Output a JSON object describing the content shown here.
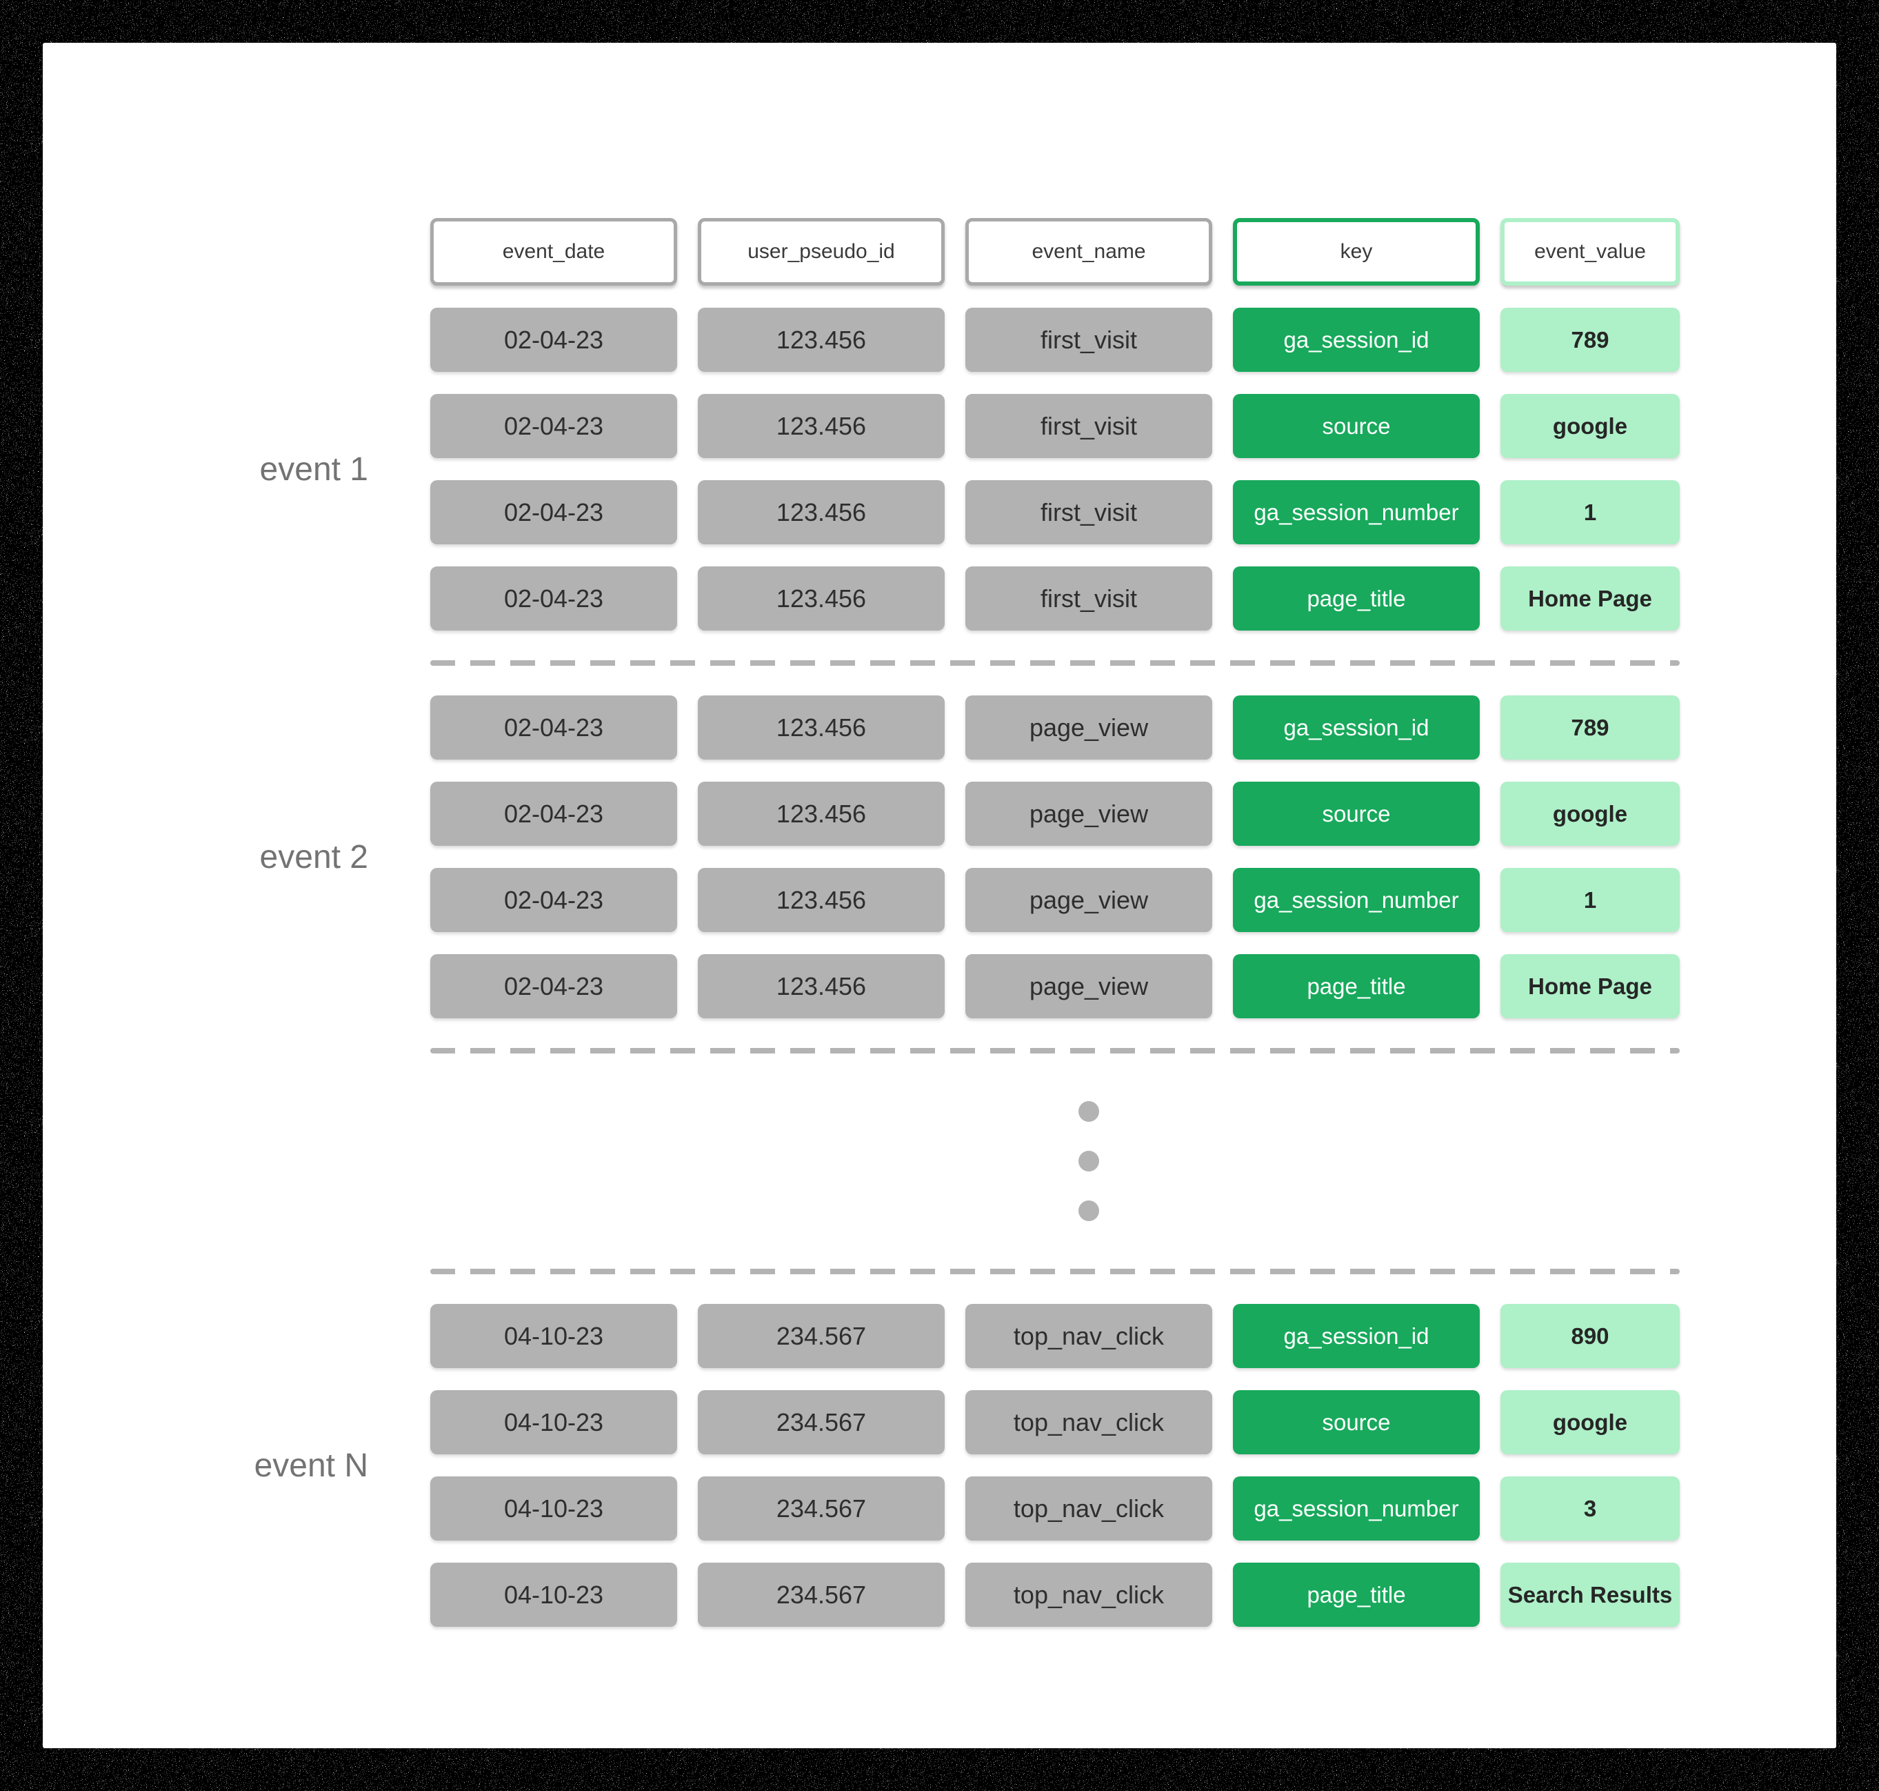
{
  "table": {
    "columns": [
      {
        "label": "event_date",
        "variant": "gray"
      },
      {
        "label": "user_pseudo_id",
        "variant": "gray"
      },
      {
        "label": "event_name",
        "variant": "gray"
      },
      {
        "label": "key",
        "variant": "green"
      },
      {
        "label": "event_value",
        "variant": "lightgreen"
      }
    ],
    "groups": [
      {
        "label": "event 1",
        "rows": [
          [
            "02-04-23",
            "123.456",
            "first_visit",
            "ga_session_id",
            "789"
          ],
          [
            "02-04-23",
            "123.456",
            "first_visit",
            "source",
            "google"
          ],
          [
            "02-04-23",
            "123.456",
            "first_visit",
            "ga_session_number",
            "1"
          ],
          [
            "02-04-23",
            "123.456",
            "first_visit",
            "page_title",
            "Home Page"
          ]
        ]
      },
      {
        "label": "event 2",
        "rows": [
          [
            "02-04-23",
            "123.456",
            "page_view",
            "ga_session_id",
            "789"
          ],
          [
            "02-04-23",
            "123.456",
            "page_view",
            "source",
            "google"
          ],
          [
            "02-04-23",
            "123.456",
            "page_view",
            "ga_session_number",
            "1"
          ],
          [
            "02-04-23",
            "123.456",
            "page_view",
            "page_title",
            "Home Page"
          ]
        ]
      },
      {
        "label": "event N",
        "rows": [
          [
            "04-10-23",
            "234.567",
            "top_nav_click",
            "ga_session_id",
            "890"
          ],
          [
            "04-10-23",
            "234.567",
            "top_nav_click",
            "source",
            "google"
          ],
          [
            "04-10-23",
            "234.567",
            "top_nav_click",
            "ga_session_number",
            "3"
          ],
          [
            "04-10-23",
            "234.567",
            "top_nav_click",
            "page_title",
            "Search Results"
          ]
        ]
      }
    ],
    "ellipsis_dots_count": 3
  },
  "colors": {
    "green": "#18a95c",
    "light_green": "#aef0c8",
    "gray_cell": "#b2b2b2",
    "header_border_gray": "#a9a9a9",
    "dash_gray": "#b3b3b3",
    "label_gray": "#737373",
    "text_dark": "#2e2e2e",
    "card_bg": "#ffffff",
    "frame_bg": "#000000"
  }
}
